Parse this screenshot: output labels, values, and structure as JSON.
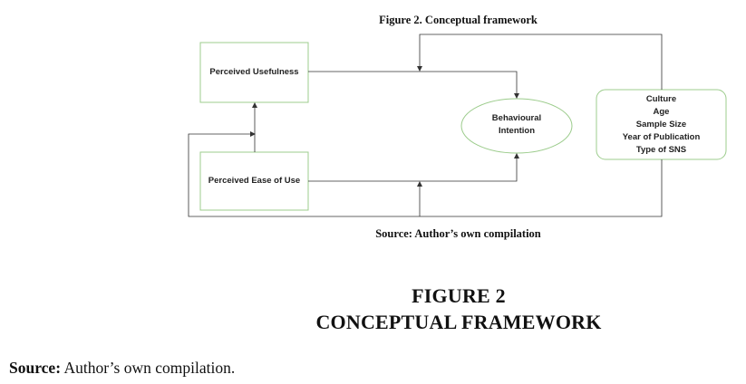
{
  "diagram": {
    "figure_caption": "Figure 2. Conceptual framework",
    "source_caption": "Source: Author’s own compilation",
    "nodes": {
      "perceived_usefulness": "Perceived Usefulness",
      "perceived_ease_of_use": "Perceived Ease of Use",
      "behavioural_intention_line1": "Behavioural",
      "behavioural_intention_line2": "Intention",
      "moderators": [
        "Culture",
        "Age",
        "Sample Size",
        "Year of Publication",
        "Type of SNS"
      ]
    },
    "colors": {
      "box_border": "#9ccc8c",
      "line": "#333333"
    }
  },
  "figure": {
    "label": "FIGURE 2",
    "title": "CONCEPTUAL FRAMEWORK"
  },
  "source": {
    "label": "Source:",
    "text": " Author’s own compilation."
  }
}
